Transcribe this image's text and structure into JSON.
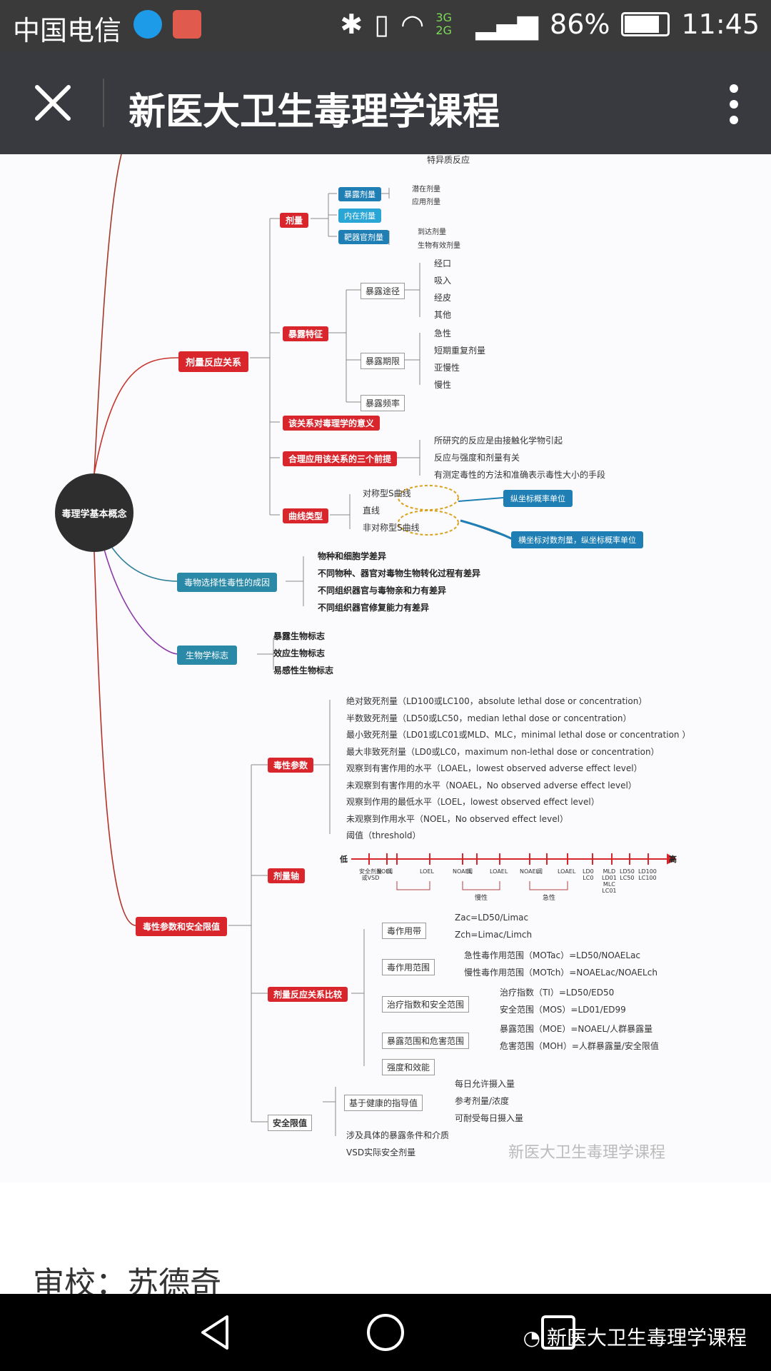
{
  "status_bar": {
    "carrier": "中国电信",
    "battery": "86%",
    "time": "11:45",
    "network": "3G 2G"
  },
  "app_bar": {
    "title": "新医大卫生毒理学课程"
  },
  "mindmap": {
    "center": "毒理学基本概念",
    "top_fragment": "特异质反应",
    "branch1": {
      "label": "剂量反应关系",
      "dose": {
        "label": "剂量",
        "items": [
          "暴露剂量",
          "内在剂量",
          "靶器官剂量"
        ],
        "exposure_sub": [
          "潜在剂量",
          "应用剂量"
        ],
        "target_sub": [
          "到达剂量",
          "生物有效剂量"
        ]
      },
      "exposure": {
        "label": "暴露特征",
        "route": "暴露途径",
        "route_items": [
          "经口",
          "吸入",
          "经皮",
          "其他"
        ],
        "period": "暴露期限",
        "period_items": [
          "急性",
          "短期重复剂量",
          "亚慢性",
          "慢性"
        ],
        "freq": "暴露频率"
      },
      "significance": "该关系对毒理学的意义",
      "premises": {
        "label": "合理应用该关系的三个前提",
        "items": [
          "所研究的反应是由接触化学物引起",
          "反应与强度和剂量有关",
          "有测定毒性的方法和准确表示毒性大小的手段"
        ]
      },
      "curve": {
        "label": "曲线类型",
        "items": [
          "对称型S曲线",
          "直线",
          "非对称型S曲线"
        ],
        "note1": "纵坐标概率单位",
        "note2": "横坐标对数剂量，纵坐标概率单位"
      }
    },
    "branch2": {
      "label": "毒物选择性毒性的成因",
      "items": [
        "物种和细胞学差异",
        "不同物种、器官对毒物生物转化过程有差异",
        "不同组织器官与毒物亲和力有差异",
        "不同组织器官修复能力有差异"
      ]
    },
    "branch3": {
      "label": "生物学标志",
      "items": [
        "暴露生物标志",
        "效应生物标志",
        "易感性生物标志"
      ]
    },
    "branch4": {
      "label": "毒性参数和安全限值",
      "params": {
        "label": "毒性参数",
        "items": [
          "绝对致死剂量（LD100或LC100，absolute lethal dose or concentration）",
          "半数致死剂量（LD50或LC50，median lethal dose or concentration）",
          "最小致死剂量（LD01或LC01或MLD、MLC，minimal lethal dose or concentration ）",
          "最大非致死剂量（LD0或LC0，maximum non-lethal dose or concentration）",
          "观察到有害作用的水平（LOAEL，lowest observed adverse effect level）",
          "未观察到有害作用的水平（NOAEL，No observed adverse effect level）",
          "观察到作用的最低水平（LOEL，lowest observed effect level）",
          "未观察到作用水平（NOEL，No observed effect level）",
          "阈值（threshold）"
        ]
      },
      "axis": {
        "label": "剂量轴",
        "low": "低",
        "high": "高",
        "ticks": [
          "安全剂量\n或VSD",
          "NOEL",
          "阈",
          "LOEL",
          "NOAEL",
          "阈",
          "LOAEL",
          "NOAEL",
          "阈",
          "LOAEL",
          "LD0\nLC0",
          "MLD\nLD01\nMLC\nLC01",
          "LD50\nLC50",
          "LD100\nLC100"
        ],
        "chronic": "慢性",
        "acute": "急性"
      },
      "compare": {
        "label": "剂量反应关系比较",
        "zone": "毒作用带",
        "zone_items": [
          "Zac=LD50/Limac",
          "Zch=Limac/Limch"
        ],
        "range": "毒作用范围",
        "range_items": [
          "急性毒作用范围（MOTac）=LD50/NOAELac",
          "慢性毒作用范围（MOTch）=NOAELac/NOAELch"
        ],
        "ti": "治疗指数和安全范围",
        "ti_items": [
          "治疗指数（TI）=LD50/ED50",
          "安全范围（MOS）=LD01/ED99"
        ],
        "moe": "暴露范围和危害范围",
        "moe_items": [
          "暴露范围（MOE）=NOAEL/人群暴露量",
          "危害范围（MOH）=人群暴露量/安全限值"
        ],
        "potency": "强度和效能"
      },
      "safety": {
        "label": "安全限值",
        "health": "基于健康的指导值",
        "health_items": [
          "每日允许摄入量",
          "参考剂量/浓度",
          "可耐受每日摄入量"
        ],
        "other": [
          "涉及具体的暴露条件和介质",
          "VSD实际安全剂量"
        ]
      }
    },
    "watermark": "新医大卫生毒理学课程"
  },
  "reviewer": "审校：苏德奇",
  "nav_watermark": "新医大卫生毒理学课程"
}
